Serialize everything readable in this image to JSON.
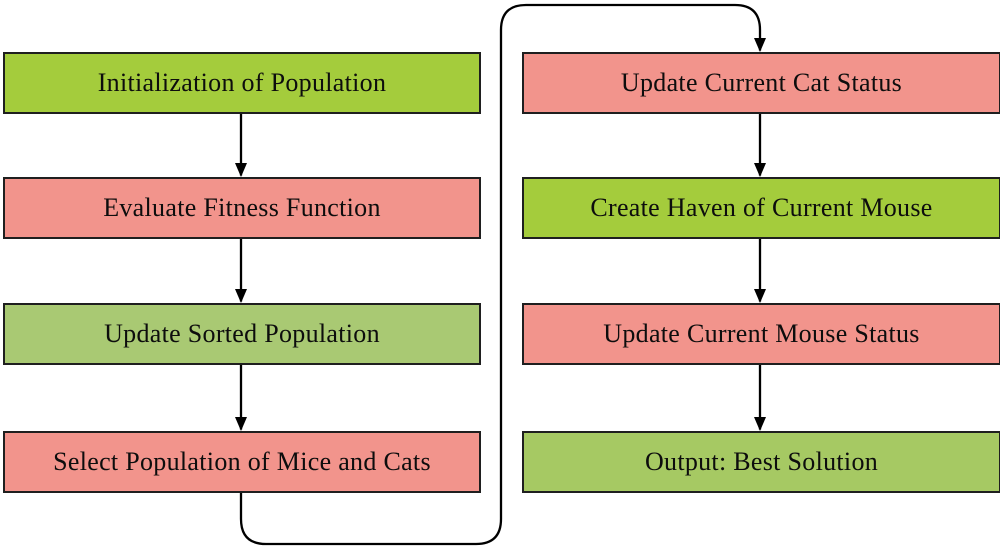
{
  "diagram": {
    "type": "flowchart",
    "colors": {
      "bright_green": "#a4cc3c",
      "muted_green": "#a9c973",
      "output_green": "#a6c963",
      "salmon": "#f2948c",
      "border": "#1f1f1f",
      "arrow": "#000000",
      "background": "#ffffff"
    },
    "boxes": [
      {
        "id": "initialization",
        "label": "Initialization of Population",
        "color": "#a4cc3c",
        "column": "left",
        "row": 1
      },
      {
        "id": "fitness",
        "label": "Evaluate Fitness Function",
        "color": "#f2948c",
        "column": "left",
        "row": 2
      },
      {
        "id": "sorted",
        "label": "Update Sorted Population",
        "color": "#a9c973",
        "column": "left",
        "row": 3
      },
      {
        "id": "select",
        "label": "Select Population of Mice and Cats",
        "color": "#f2948c",
        "column": "left",
        "row": 4
      },
      {
        "id": "cat-status",
        "label": "Update Current Cat Status",
        "color": "#f2948c",
        "column": "right",
        "row": 1
      },
      {
        "id": "haven",
        "label": "Create Haven of Current Mouse",
        "color": "#a4cc3c",
        "column": "right",
        "row": 2
      },
      {
        "id": "mouse-status",
        "label": "Update Current Mouse Status",
        "color": "#f2948c",
        "column": "right",
        "row": 3
      },
      {
        "id": "output",
        "label": "Output: Best Solution",
        "color": "#a6c963",
        "column": "right",
        "row": 4
      }
    ],
    "edges": [
      {
        "from": "initialization",
        "to": "fitness"
      },
      {
        "from": "fitness",
        "to": "sorted"
      },
      {
        "from": "sorted",
        "to": "select"
      },
      {
        "from": "select",
        "to": "cat-status",
        "style": "loop-around"
      },
      {
        "from": "cat-status",
        "to": "haven"
      },
      {
        "from": "haven",
        "to": "mouse-status"
      },
      {
        "from": "mouse-status",
        "to": "output"
      }
    ]
  }
}
